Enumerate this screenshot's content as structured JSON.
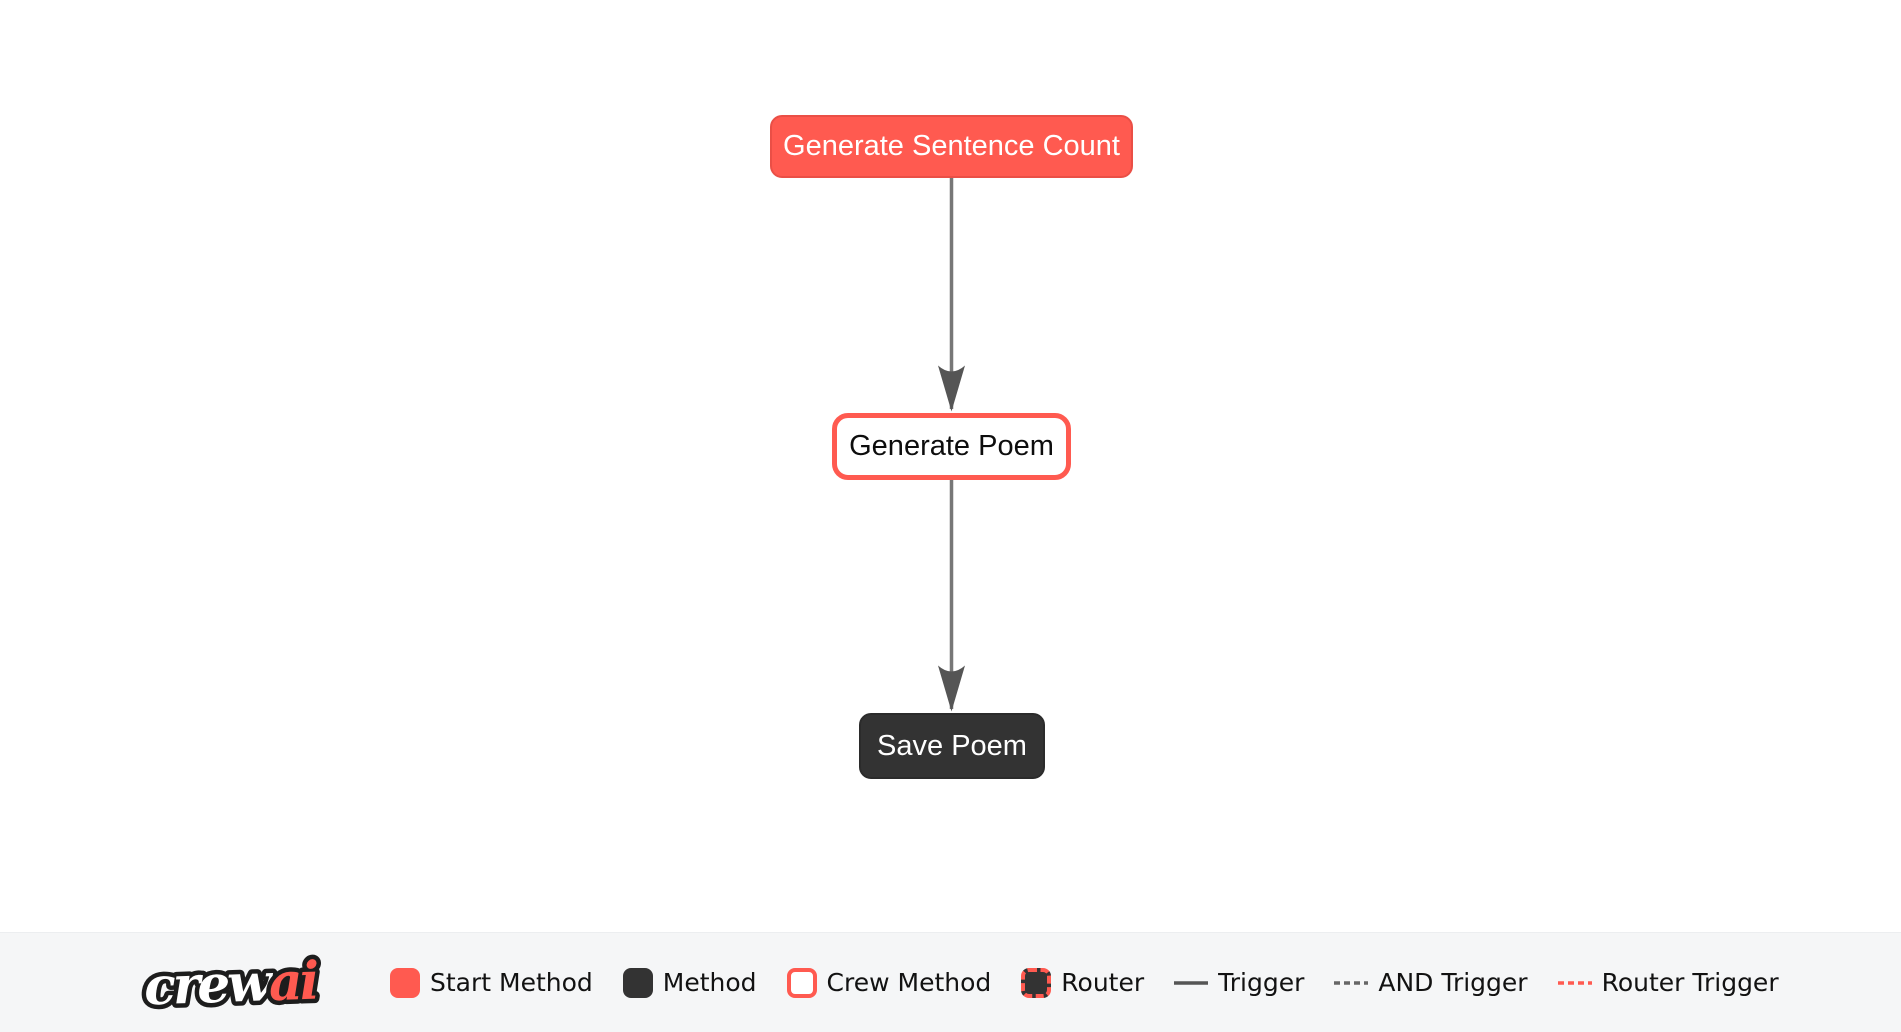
{
  "flow": {
    "nodes": [
      {
        "label": "Generate Sentence Count",
        "type": "start-method"
      },
      {
        "label": "Generate Poem",
        "type": "crew-method"
      },
      {
        "label": "Save Poem",
        "type": "method"
      }
    ],
    "edges": [
      {
        "from": "Generate Sentence Count",
        "to": "Generate Poem",
        "type": "trigger"
      },
      {
        "from": "Generate Poem",
        "to": "Save Poem",
        "type": "trigger"
      }
    ]
  },
  "legend": {
    "logo_text": {
      "crew": "crew",
      "ai": "ai"
    },
    "items": [
      {
        "label": "Start Method",
        "swatch": "start-method-box"
      },
      {
        "label": "Method",
        "swatch": "method-box"
      },
      {
        "label": "Crew Method",
        "swatch": "crew-method-box"
      },
      {
        "label": "Router",
        "swatch": "router-box"
      },
      {
        "label": "Trigger",
        "swatch": "trigger-solid-line"
      },
      {
        "label": "AND Trigger",
        "swatch": "and-trigger-dashed-line"
      },
      {
        "label": "Router Trigger",
        "swatch": "router-trigger-dashed-line"
      }
    ]
  },
  "colors": {
    "accent_red": "#FF5A50",
    "dark_node": "#333333",
    "edge_line": "#777777",
    "edge_arrow": "#555555",
    "legend_background": "#f5f6f7",
    "canvas_background": "#ffffff",
    "legend_text": "#121212"
  }
}
